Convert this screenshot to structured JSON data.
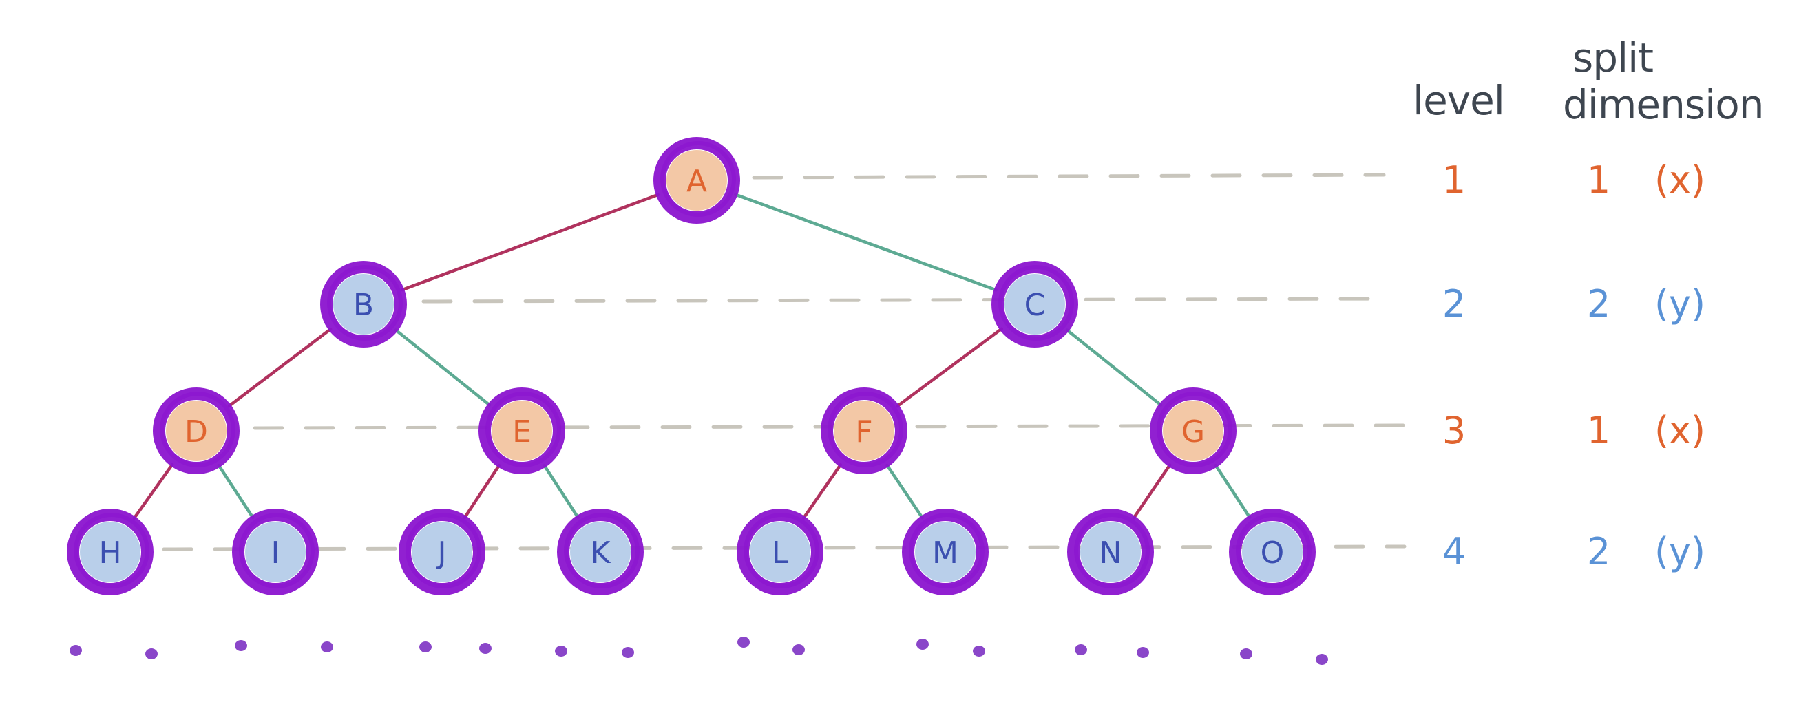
{
  "colors": {
    "node_outline": "#8b14cf",
    "node_fill_x": "#f3c8a6",
    "node_fill_y": "#b9cfea",
    "text_x": "#e0642f",
    "text_y": "#5a92d6",
    "left_edge": "#b0325e",
    "right_edge": "#5daa93",
    "guide_line": "#c8c5bc",
    "dots": "#8a46c9",
    "header_text": "#3e4650"
  },
  "header": {
    "level_label": "level",
    "split_label_line1": "split",
    "split_label_line2": "dimension"
  },
  "levels": [
    {
      "level": "1",
      "split": "1",
      "axis": "(x)",
      "split_dim": 1
    },
    {
      "level": "2",
      "split": "2",
      "axis": "(y)",
      "split_dim": 2
    },
    {
      "level": "3",
      "split": "1",
      "axis": "(x)",
      "split_dim": 1
    },
    {
      "level": "4",
      "split": "2",
      "axis": "(y)",
      "split_dim": 2
    }
  ],
  "nodes": [
    {
      "id": "A",
      "label": "A",
      "level": 1
    },
    {
      "id": "B",
      "label": "B",
      "level": 2
    },
    {
      "id": "C",
      "label": "C",
      "level": 2
    },
    {
      "id": "D",
      "label": "D",
      "level": 3
    },
    {
      "id": "E",
      "label": "E",
      "level": 3
    },
    {
      "id": "F",
      "label": "F",
      "level": 3
    },
    {
      "id": "G",
      "label": "G",
      "level": 3
    },
    {
      "id": "H",
      "label": "H",
      "level": 4
    },
    {
      "id": "I",
      "label": "I",
      "level": 4
    },
    {
      "id": "J",
      "label": "J",
      "level": 4
    },
    {
      "id": "K",
      "label": "K",
      "level": 4
    },
    {
      "id": "L",
      "label": "L",
      "level": 4
    },
    {
      "id": "M",
      "label": "M",
      "level": 4
    },
    {
      "id": "N",
      "label": "N",
      "level": 4
    },
    {
      "id": "O",
      "label": "O",
      "level": 4
    }
  ],
  "edges": [
    {
      "from": "A",
      "to": "B",
      "side": "left"
    },
    {
      "from": "A",
      "to": "C",
      "side": "right"
    },
    {
      "from": "B",
      "to": "D",
      "side": "left"
    },
    {
      "from": "B",
      "to": "E",
      "side": "right"
    },
    {
      "from": "C",
      "to": "F",
      "side": "left"
    },
    {
      "from": "C",
      "to": "G",
      "side": "right"
    },
    {
      "from": "D",
      "to": "H",
      "side": "left"
    },
    {
      "from": "D",
      "to": "I",
      "side": "right"
    },
    {
      "from": "E",
      "to": "J",
      "side": "left"
    },
    {
      "from": "E",
      "to": "K",
      "side": "right"
    },
    {
      "from": "F",
      "to": "L",
      "side": "left"
    },
    {
      "from": "F",
      "to": "M",
      "side": "right"
    },
    {
      "from": "G",
      "to": "N",
      "side": "left"
    },
    {
      "from": "G",
      "to": "O",
      "side": "right"
    }
  ]
}
